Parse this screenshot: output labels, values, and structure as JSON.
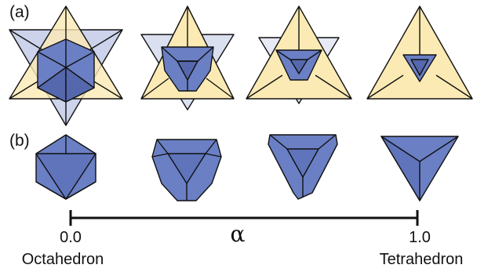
{
  "panels": {
    "a_label": "(a)",
    "b_label": "(b)"
  },
  "axis": {
    "parameter_symbol": "α",
    "start_value": "0.0",
    "end_value": "1.0",
    "start_name": "Octahedron",
    "end_name": "Tetrahedron",
    "stages": [
      0.0,
      0.33,
      0.67,
      1.0
    ]
  },
  "colors": {
    "tetra_fill": "#fbeab4",
    "tetra_back_fill": "#c3cbe6",
    "solid_fill": "#6a7fc4",
    "solid_dark": "#5568ad",
    "outline": "#111111"
  }
}
